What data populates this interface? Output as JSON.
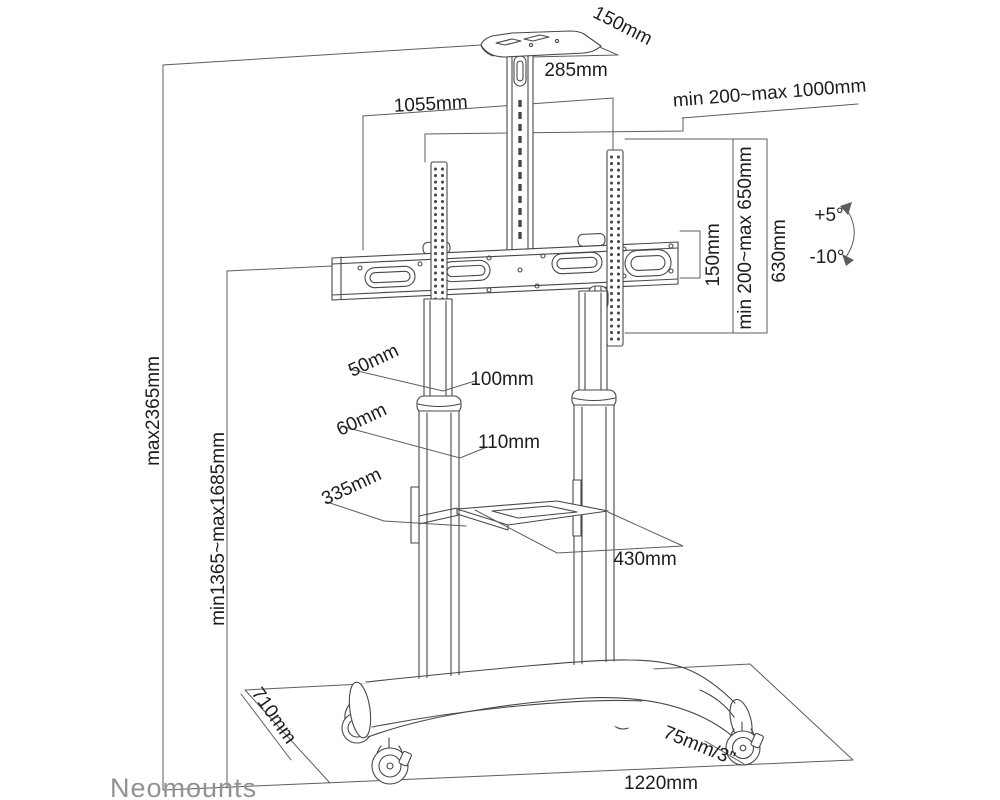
{
  "colors": {
    "line_art": "#474747",
    "dimension_lines": "#5d5d5d",
    "label_text": "#1d1d1d",
    "logo_gray": "#929292",
    "background": "#ffffff"
  },
  "logo": {
    "text": "Neomounts"
  },
  "annotations": {
    "top_shelf_depth": "150mm",
    "top_shelf_width": "285mm",
    "crossbar_width": "1055mm",
    "tv_mount_width_range": "min 200~max 1000mm",
    "bracket_plate_height": "150mm",
    "vesa_height_range": "min 200~max 650mm",
    "side_plate_height": "630mm",
    "tilt_up": "+5°",
    "tilt_down": "-10°",
    "upper_column_depth": "50mm",
    "upper_column_width": "100mm",
    "lower_column_depth": "60mm",
    "lower_column_width": "110mm",
    "av_shelf_depth": "335mm",
    "av_shelf_width": "430mm",
    "max_total_height": "max2365mm",
    "screen_height_range": "min1365~max1685mm",
    "base_depth": "710mm",
    "caster_size": "75mm/3\"",
    "base_width": "1220mm"
  }
}
